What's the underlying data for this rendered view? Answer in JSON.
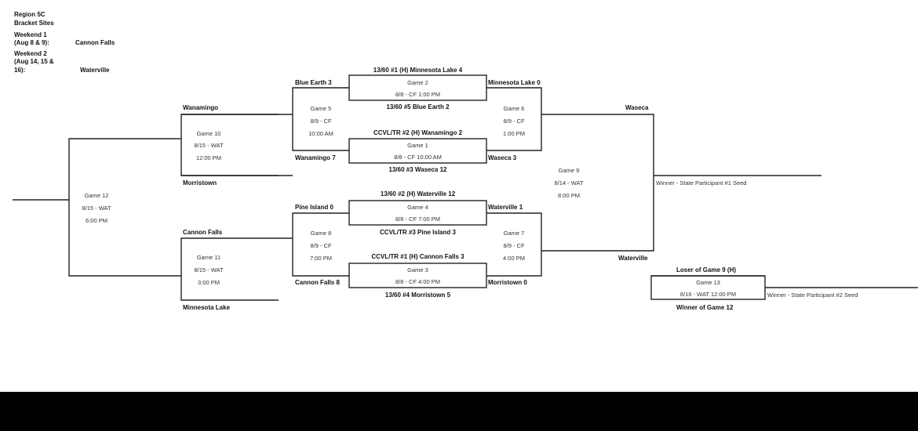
{
  "header": {
    "title_line1": "Region 5C",
    "title_line2": "Bracket Sites",
    "weekend1_line1": "Weekend 1",
    "weekend1_line2": "(Aug 8 & 9):",
    "weekend1_site": "Cannon Falls",
    "weekend2_line1": "Weekend 2",
    "weekend2_line2": "(Aug 14, 15 &",
    "weekend2_line3": "16):",
    "weekend2_site": "Waterville"
  },
  "games": {
    "g1": {
      "label": "Game 1",
      "info": "8/8 - CF 10:00 AM"
    },
    "g2": {
      "label": "Game 2",
      "info": "8/8 - CF 1:00 PM"
    },
    "g3": {
      "label": "Game 3",
      "info": "8/8 - CF 4:00 PM"
    },
    "g4": {
      "label": "Game 4",
      "info": "8/8 - CF 7:00 PM"
    },
    "g5": {
      "label": "Game 5",
      "date": "8/9 - CF",
      "time": "10:00 AM"
    },
    "g6": {
      "label": "Game 6",
      "date": "8/9 - CF",
      "time": "1:00 PM"
    },
    "g7": {
      "label": "Game 7",
      "date": "8/9 - CF",
      "time": "4:00 PM"
    },
    "g8": {
      "label": "Game 8",
      "date": "8/9 - CF",
      "time": "7:00 PM"
    },
    "g9": {
      "label": "Game 9",
      "date": "8/14 - WAT",
      "time": "8:00 PM"
    },
    "g10": {
      "label": "Game 10",
      "date": "8/15 - WAT",
      "time": "12:00 PM"
    },
    "g11": {
      "label": "Game 11",
      "date": "8/15 - WAT",
      "time": "3:00 PM"
    },
    "g12": {
      "label": "Game 12",
      "date": "8/15 - WAT",
      "time": "6:00 PM"
    },
    "g13": {
      "label": "Game 13",
      "info": "8/16 - WAT 12:00 PM"
    }
  },
  "teams": {
    "g2_top": "13/60 #1 (H) Minnesota Lake 4",
    "g2_bottom": "13/60 #5 Blue Earth 2",
    "g1_top": "CCVL/TR #2  (H) Wanamingo 2",
    "g1_bottom": "13/60 #3 Waseca 12",
    "g4_top": "13/60 #2 (H) Waterville 12",
    "g4_bottom": "CCVL/TR #3  Pine Island 3",
    "g3_top": "CCVL/TR #1 (H) Cannon Falls 3",
    "g3_bottom": "13/60 #4 Morristown 5",
    "g5_top": "Blue Earth 3",
    "g5_bottom": "Wanamingo 7",
    "g6_top": "Minnesota Lake 0",
    "g6_bottom": "Waseca  3",
    "g8_top": "Pine Island 0",
    "g8_bottom": "Cannon Falls 8",
    "g7_top": "Waterville 1",
    "g7_bottom": "Morristown 0",
    "g10_top": "Wanamingo",
    "g10_bottom": "Morristown",
    "g11_top": "Cannon Falls",
    "g11_bottom": "Minnesota Lake",
    "g9_top": "Waseca",
    "g9_bottom": "Waterville",
    "g13_top": "Loser of Game 9 (H)",
    "g13_bottom": "Winner of Game 12"
  },
  "results": {
    "winner1": "Winner - State Participant #1 Seed",
    "winner2": "Winner - State Participant #2 Seed"
  }
}
